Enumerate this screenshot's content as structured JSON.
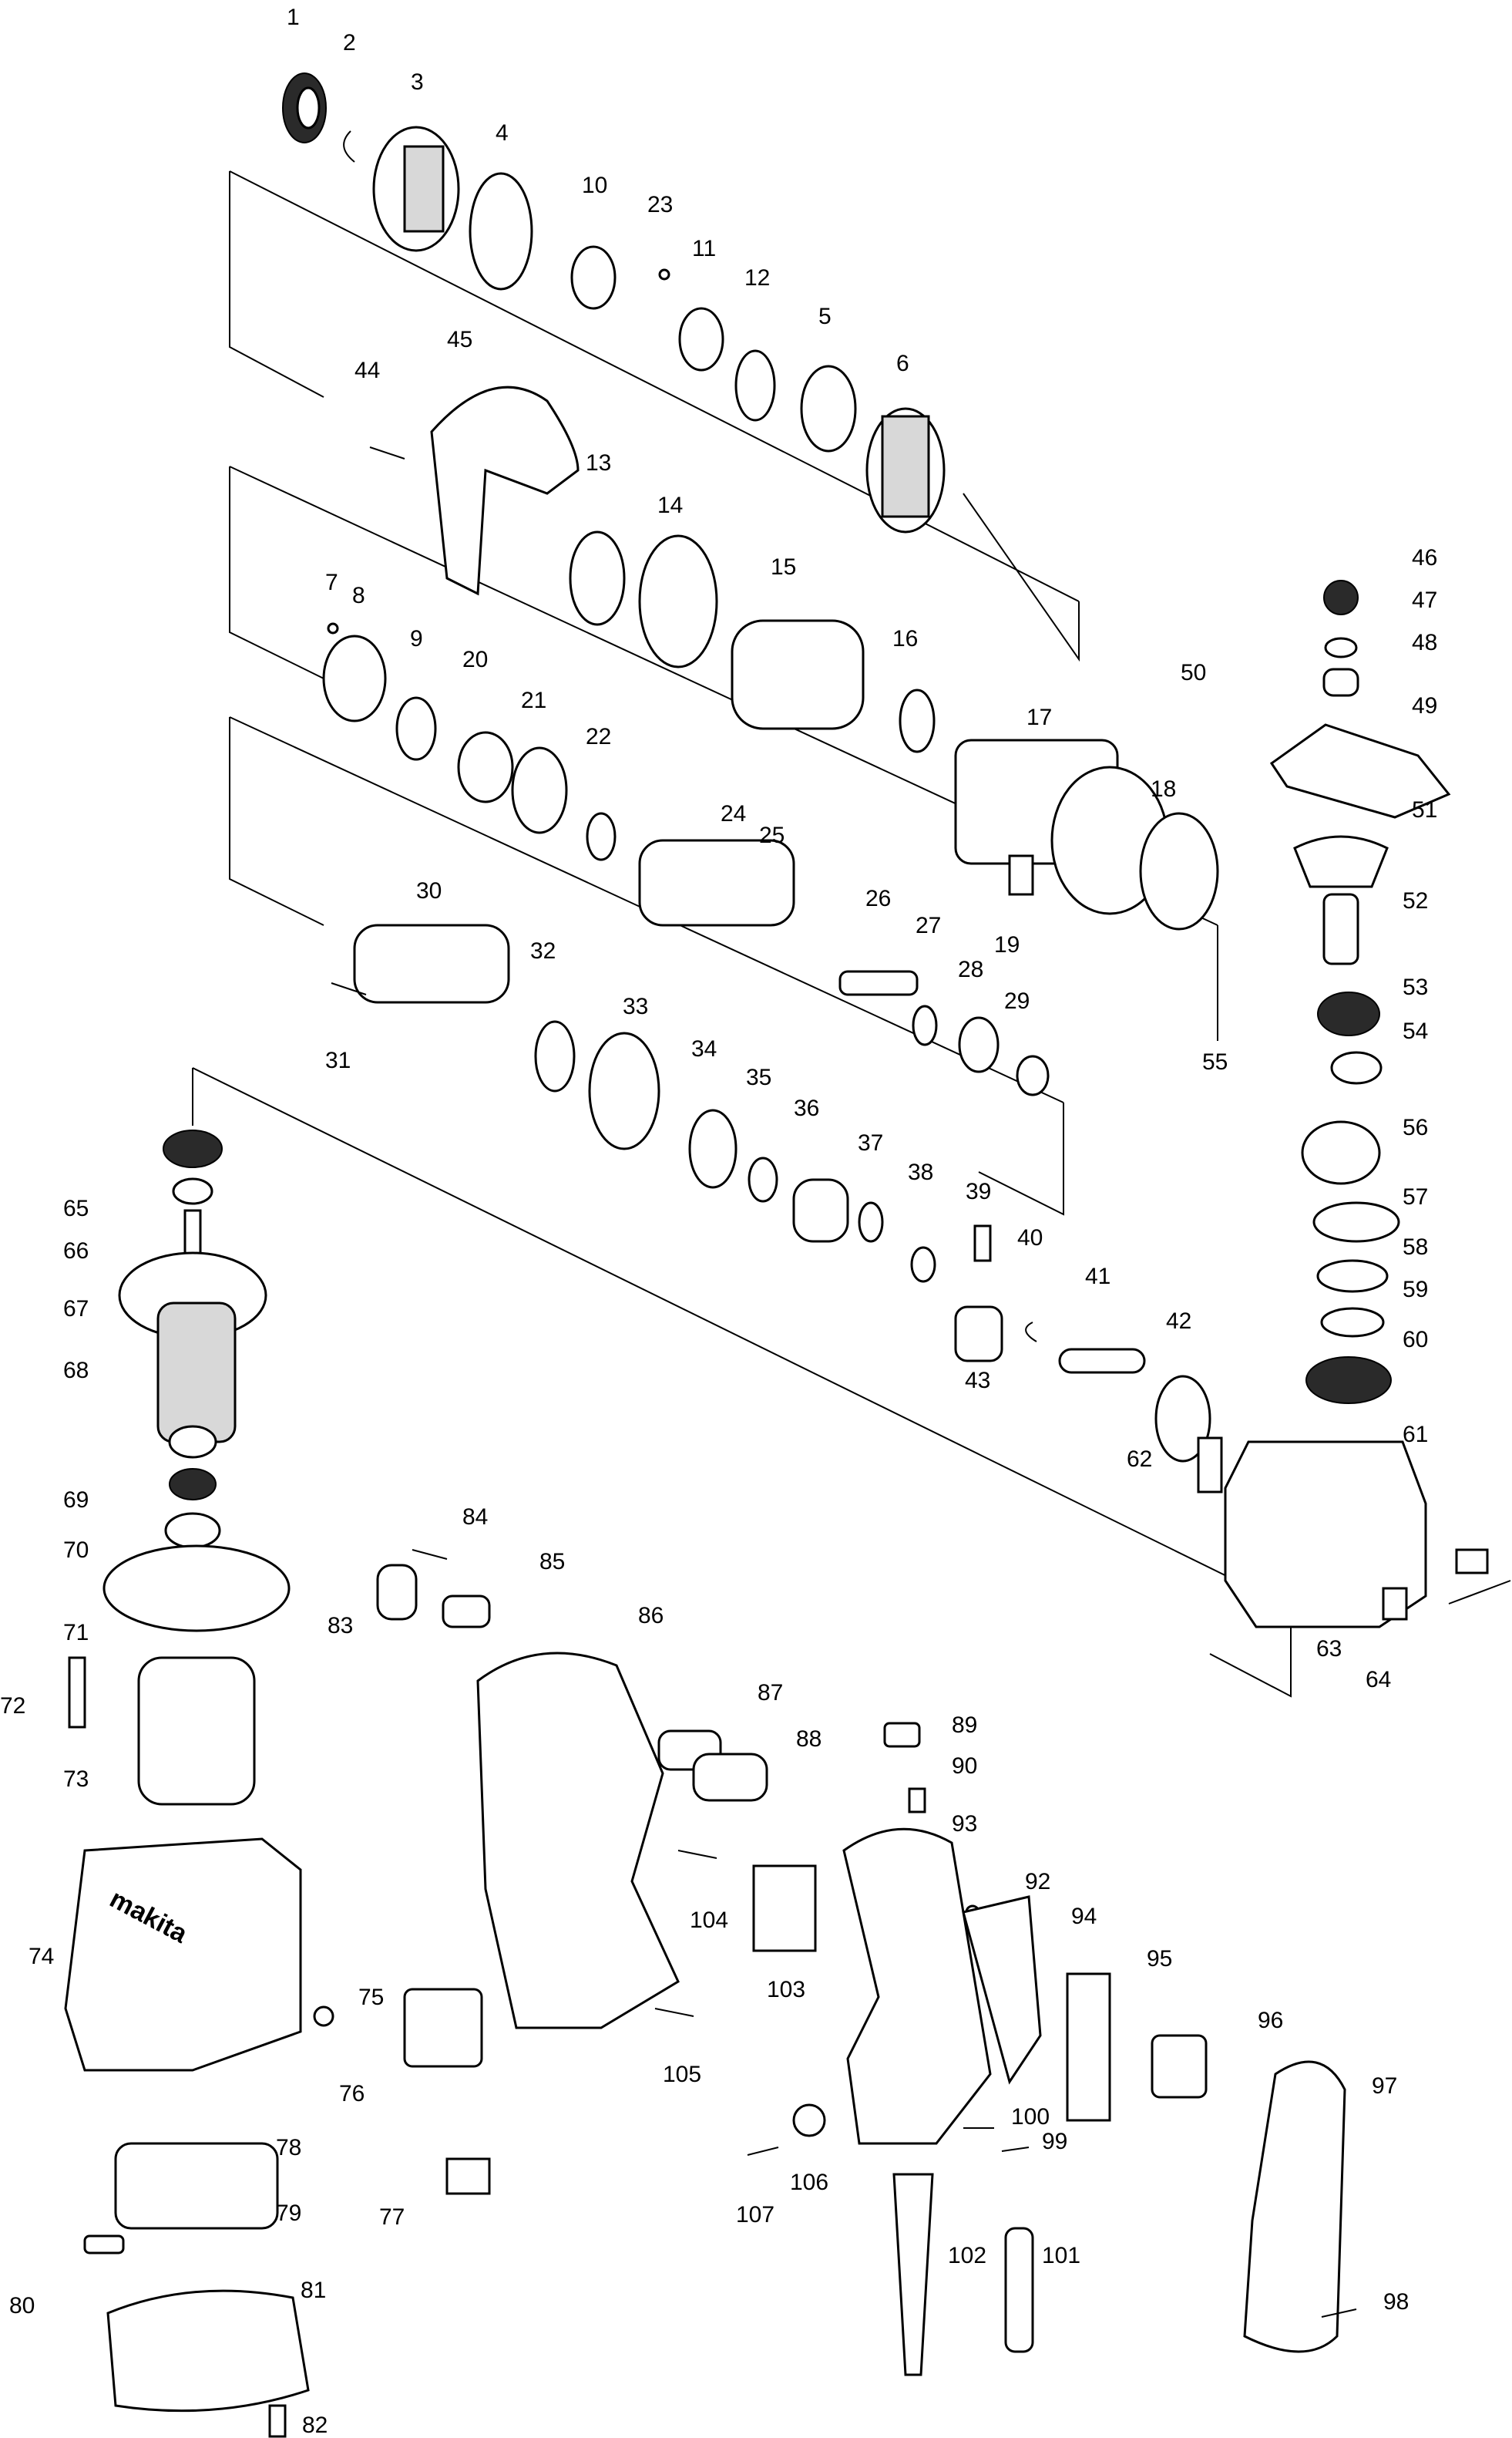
{
  "title": "Exploded parts diagram",
  "brand_text": "makita",
  "parts": [
    "1",
    "2",
    "3",
    "4",
    "5",
    "6",
    "7",
    "8",
    "9",
    "10",
    "11",
    "12",
    "13",
    "14",
    "15",
    "16",
    "17",
    "18",
    "19",
    "20",
    "21",
    "22",
    "23",
    "24",
    "25",
    "26",
    "27",
    "28",
    "29",
    "30",
    "31",
    "32",
    "33",
    "34",
    "35",
    "36",
    "37",
    "38",
    "39",
    "40",
    "41",
    "42",
    "43",
    "44",
    "45",
    "46",
    "47",
    "48",
    "49",
    "50",
    "51",
    "52",
    "53",
    "54",
    "55",
    "56",
    "57",
    "58",
    "59",
    "60",
    "61",
    "62",
    "63",
    "64",
    "65",
    "66",
    "67",
    "68",
    "69",
    "70",
    "71",
    "72",
    "73",
    "74",
    "75",
    "76",
    "77",
    "78",
    "79",
    "80",
    "81",
    "82",
    "83",
    "84",
    "85",
    "86",
    "87",
    "88",
    "89",
    "90",
    "92",
    "93",
    "94",
    "95",
    "96",
    "97",
    "98",
    "99",
    "100",
    "101",
    "102",
    "103",
    "104",
    "105",
    "106",
    "107"
  ],
  "colors": {
    "ink": "#000000",
    "paper": "#ffffff",
    "shade": "#d8d8d8"
  }
}
